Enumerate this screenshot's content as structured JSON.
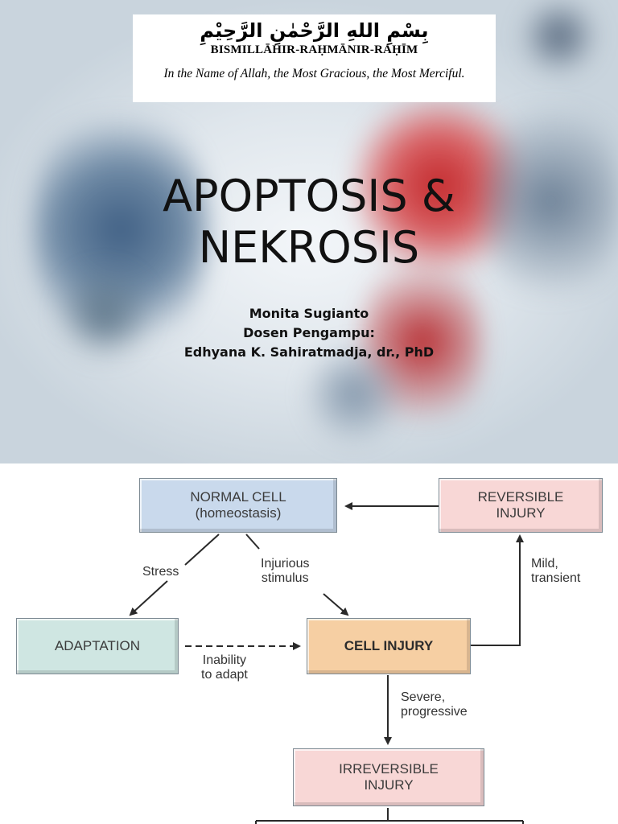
{
  "slide1": {
    "banner": {
      "arabic": "بِسْمِ اللهِ الرَّحْمٰنِ الرَّحِيْمِ",
      "transliteration": "BISMILLĀHIR-RAḤMĀNIR-RAḤĪM",
      "translation": "In the Name of Allah, the Most Gracious, the Most Merciful."
    },
    "title_line1": "APOPTOSIS &",
    "title_line2": "NEKROSIS",
    "author": "Monita Sugianto",
    "lecturer_label": "Dosen Pengampu:",
    "lecturer_name": "Edhyana K. Sahiratmadja, dr., PhD"
  },
  "slide2": {
    "nodes": {
      "normal_cell_line1": "NORMAL CELL",
      "normal_cell_line2": "(homeostasis)",
      "reversible_line1": "REVERSIBLE",
      "reversible_line2": "INJURY",
      "adaptation": "ADAPTATION",
      "cell_injury": "CELL INJURY",
      "irreversible_line1": "IRREVERSIBLE",
      "irreversible_line2": "INJURY"
    },
    "labels": {
      "stress": "Stress",
      "injurious_line1": "Injurious",
      "injurious_line2": "stimulus",
      "mild_line1": "Mild,",
      "mild_line2": "transient",
      "inability_line1": "Inability",
      "inability_line2": "to adapt",
      "severe_line1": "Severe,",
      "severe_line2": "progressive"
    },
    "colors": {
      "normal_cell": "#c9d9ec",
      "reversible": "#f8d7d6",
      "adaptation": "#cfe6e2",
      "cell_injury": "#f6cfa3",
      "irreversible": "#f8d7d6"
    }
  }
}
